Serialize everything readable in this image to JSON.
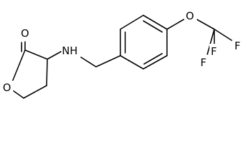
{
  "molecule": {
    "atoms": {
      "carbonyl_oxygen": "O",
      "ring_oxygen": "O",
      "amine": "NH",
      "ether_oxygen": "O",
      "fluorine_1": "F",
      "fluorine_2": "F",
      "fluorine_3": "F"
    },
    "colors": {
      "bond": "#000000",
      "label": "#000000",
      "background": "#ffffff"
    }
  }
}
